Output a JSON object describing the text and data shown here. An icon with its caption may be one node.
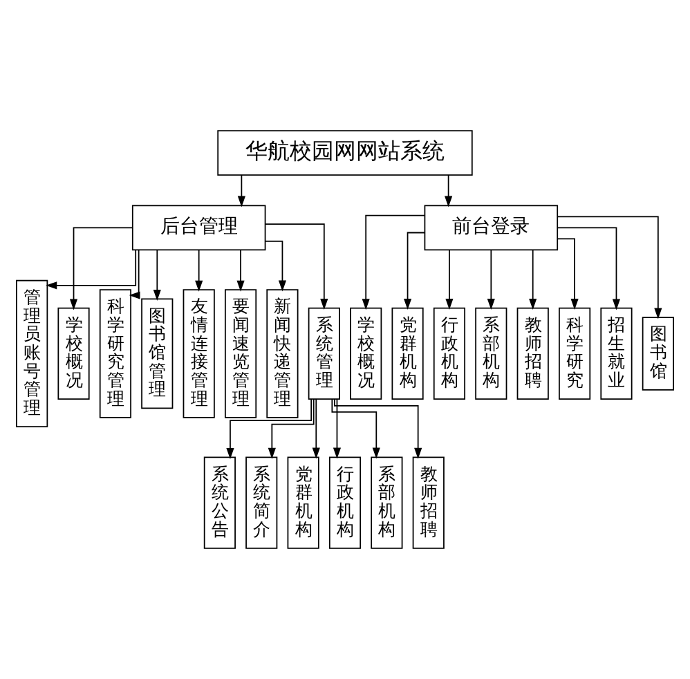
{
  "diagram": {
    "nodes": [
      {
        "text": [
          "华航校园网网站系统"
        ]
      },
      {
        "text": [
          "后台管理"
        ]
      },
      {
        "text": [
          "前台登录"
        ]
      },
      {
        "text": [
          "管理员账号管理"
        ]
      },
      {
        "text": [
          "学校概况"
        ]
      },
      {
        "text": [
          "科学研究管理"
        ]
      },
      {
        "text": [
          "图书馆管理"
        ]
      },
      {
        "text": [
          "友情连接管理"
        ]
      },
      {
        "text": [
          "要闻速览管理"
        ]
      },
      {
        "text": [
          "新闻快递管理"
        ]
      },
      {
        "text": [
          "系统管理"
        ]
      },
      {
        "text": [
          "学校概况"
        ]
      },
      {
        "text": [
          "党群机构"
        ]
      },
      {
        "text": [
          "行政机构"
        ]
      },
      {
        "text": [
          "系部机构"
        ]
      },
      {
        "text": [
          "教师招聘"
        ]
      },
      {
        "text": [
          "科学研究"
        ]
      },
      {
        "text": [
          "招生就业"
        ]
      },
      {
        "text": [
          "图书馆"
        ]
      },
      {
        "text": [
          "系统公告"
        ]
      },
      {
        "text": [
          "系统简介"
        ]
      },
      {
        "text": [
          "党群机构"
        ]
      },
      {
        "text": [
          "行政机构"
        ]
      },
      {
        "text": [
          "系部机构"
        ]
      },
      {
        "text": [
          "教师招聘"
        ]
      }
    ],
    "edges": [
      {
        "from": 0,
        "to": 1,
        "arrow": "to"
      },
      {
        "from": 0,
        "to": 2,
        "arrow": "to"
      },
      {
        "from": 1,
        "to": 3,
        "arrow": "to"
      },
      {
        "from": 1,
        "to": 4,
        "arrow": "to"
      },
      {
        "from": 1,
        "to": 5,
        "arrow": "to"
      },
      {
        "from": 1,
        "to": 6,
        "arrow": "to"
      },
      {
        "from": 1,
        "to": 7,
        "arrow": "to"
      },
      {
        "from": 1,
        "to": 8,
        "arrow": "to"
      },
      {
        "from": 1,
        "to": 9,
        "arrow": "to"
      },
      {
        "from": 1,
        "to": 10,
        "arrow": "to"
      },
      {
        "from": 2,
        "to": 11,
        "arrow": "to"
      },
      {
        "from": 2,
        "to": 12,
        "arrow": "to"
      },
      {
        "from": 2,
        "to": 13,
        "arrow": "to"
      },
      {
        "from": 2,
        "to": 14,
        "arrow": "to"
      },
      {
        "from": 2,
        "to": 15,
        "arrow": "to"
      },
      {
        "from": 2,
        "to": 16,
        "arrow": "to"
      },
      {
        "from": 2,
        "to": 17,
        "arrow": "to"
      },
      {
        "from": 2,
        "to": 18,
        "arrow": "to"
      },
      {
        "from": 10,
        "to": 19,
        "arrow": "to"
      },
      {
        "from": 10,
        "to": 20,
        "arrow": "to"
      },
      {
        "from": 10,
        "to": 21,
        "arrow": "to"
      },
      {
        "from": 10,
        "to": 22,
        "arrow": "to"
      },
      {
        "from": 10,
        "to": 23,
        "arrow": "to"
      },
      {
        "from": 10,
        "to": 24,
        "arrow": "to"
      }
    ]
  }
}
